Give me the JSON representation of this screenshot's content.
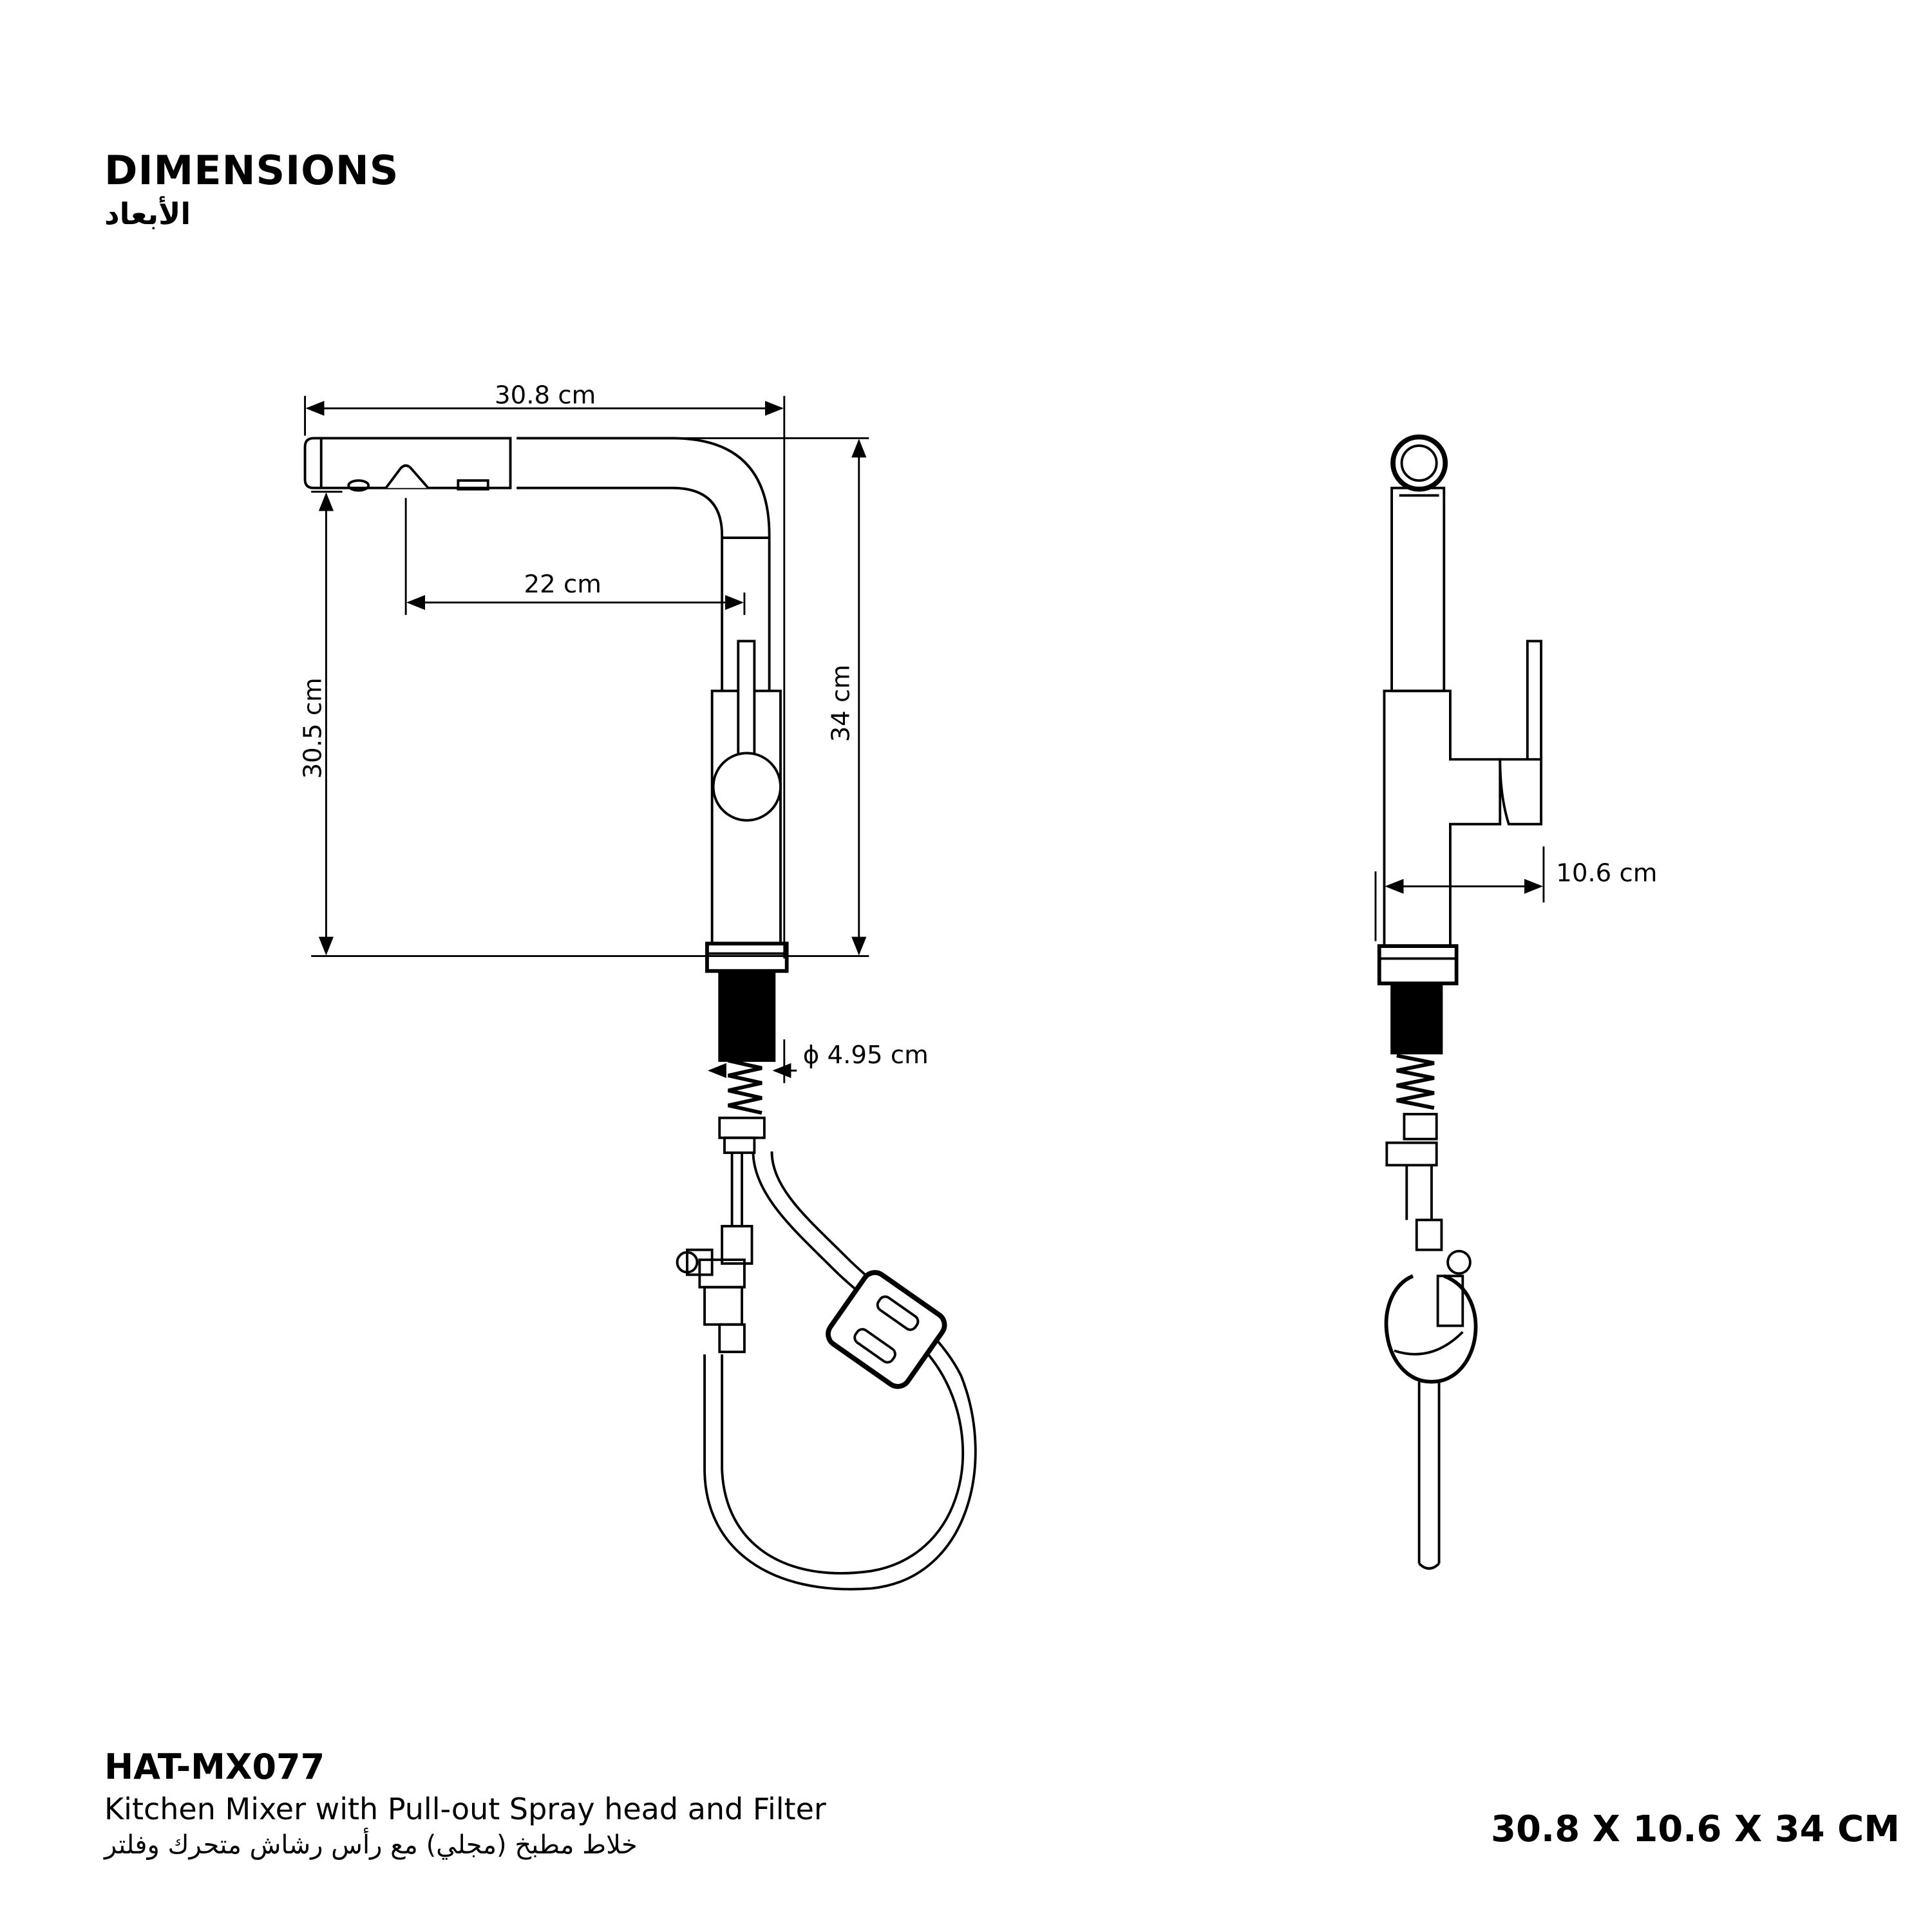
{
  "header": {
    "title": "DIMENSIONS",
    "title_ar": "الأبعاد"
  },
  "drawing": {
    "width_label": "30.8 cm",
    "reach_label": "22 cm",
    "spout_height_label": "30.5 cm",
    "total_height_label": "34 cm",
    "hole_diameter_label": "ϕ 4.95 cm",
    "depth_label": "10.6 cm"
  },
  "product": {
    "model": "HAT-MX077",
    "description": "Kitchen Mixer with Pull-out Spray head and Filter",
    "description_ar": "خلاط مطبخ (مجلي) مع رأس رشاش متحرك وفلتر",
    "overall_dimensions": "30.8 X 10.6 X 34 CM"
  }
}
